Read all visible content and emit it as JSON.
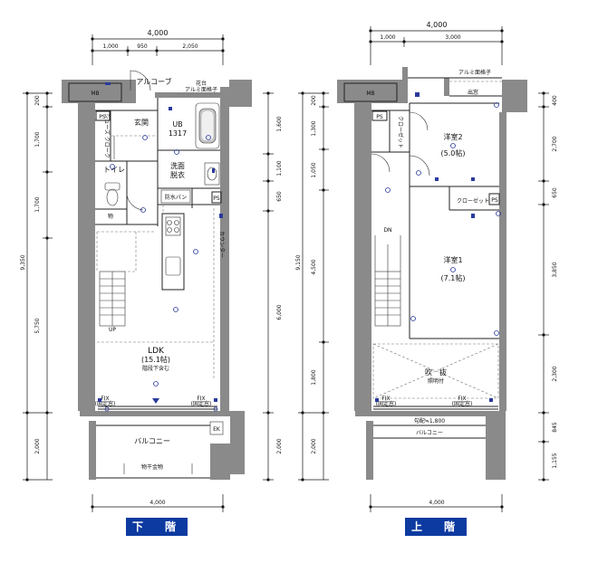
{
  "lower": {
    "label": "下　階",
    "top_dims": {
      "total": "4,000",
      "a": "1,000",
      "b": "950",
      "c": "2,050"
    },
    "bottom_dim": "4,000",
    "left_dims": {
      "total": "9,350",
      "d1": "200",
      "d2": "1,700",
      "d3": "1,700",
      "d4": "5,750",
      "d5": "2,000"
    },
    "right_dims": {
      "r1": "1,600",
      "r2": "1,100",
      "r3": "650",
      "r4": "6,000",
      "r5": "2,000"
    },
    "rooms": {
      "mb": "MB",
      "alcove": "アルコーブ",
      "flowerbox": "花台",
      "lattice": "アルミ面格子",
      "ps_top": "PS",
      "entry": "玄関",
      "shoes": "シューズ\nクローク",
      "ub": "UB",
      "ub_size": "1317",
      "wash": "洗面",
      "dress": "脱衣",
      "toilet": "トイレ",
      "washpan": "防水パン",
      "ps_mid": "PS",
      "storage": "物",
      "counter": "カウンター",
      "up": "UP",
      "ldk": "LDK",
      "ldk_size": "(15.1帖)",
      "ldk_note": "階段下含む",
      "fix_l": "FIX",
      "fix_l_note": "(固定窓)",
      "fix_r": "FIX",
      "fix_r_note": "(固定窓)",
      "balcony": "バルコニー",
      "dryer": "物干金物",
      "ek": "EK"
    }
  },
  "upper": {
    "label": "上　階",
    "top_dims": {
      "total": "4,000",
      "a": "1,000",
      "b": "3,000"
    },
    "bottom_dim": "4,000",
    "left_dims": {
      "total": "9,150",
      "d1": "200",
      "d2": "1,300",
      "d3": "1,050",
      "d4": "4,500",
      "d5": "1,800",
      "d6": "2,000"
    },
    "right_dims": {
      "r1": "400",
      "r2": "2,700",
      "r3": "650",
      "r4": "3,850",
      "r5": "2,300",
      "r6": "845",
      "r7": "1,155"
    },
    "rooms": {
      "mb": "MB",
      "lattice": "アルミ面格子",
      "dormer": "出窓",
      "ps_top": "PS",
      "closet_v": "クローゼット",
      "room2": "洋室2",
      "room2_size": "(5.0帖)",
      "closet_h": "クローゼット",
      "ps_mid": "PS",
      "dn": "DN",
      "room1": "洋室1",
      "room1_size": "(7.1帖)",
      "void": "吹　抜",
      "void_note": "照明付",
      "fix_l": "FIX",
      "fix_l_note": "(固定窓)",
      "fix_r": "FIX",
      "fix_r_note": "(固定窓)",
      "rail_note": "勾配≒1,800",
      "balcony": "バルコニー"
    }
  }
}
